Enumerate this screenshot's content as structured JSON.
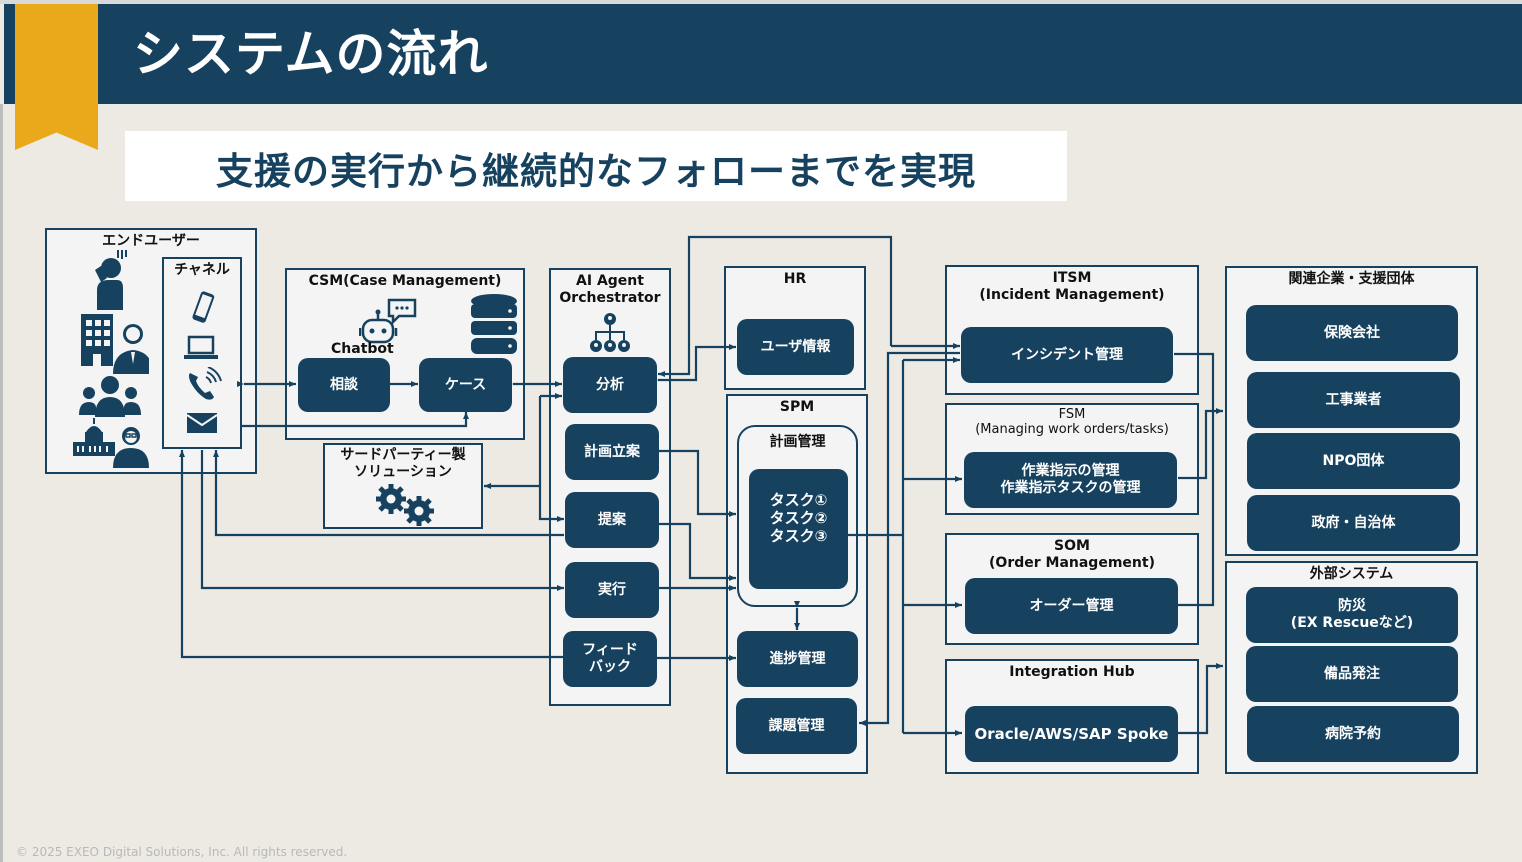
{
  "header": {
    "title": "システムの流れ",
    "subtitle": "支援の実行から継続的なフォローまでを実現"
  },
  "end_user": {
    "title": "エンドユーザー",
    "icons": [
      "caller-icon",
      "company-person-icon",
      "group-icon",
      "government-person-icon"
    ],
    "channel": {
      "title": "チャネル",
      "icons": [
        "smartphone-icon",
        "laptop-icon",
        "phone-icon",
        "mail-icon"
      ]
    }
  },
  "csm": {
    "title": "CSM(Case Management)",
    "chatbot_label": "Chatbot",
    "consult": "相談",
    "case": "ケース"
  },
  "third_party": {
    "line1": "サードパーティー製",
    "line2": "ソリューション"
  },
  "ai_agent": {
    "title_line1": "AI Agent",
    "title_line2": "Orchestrator",
    "items": [
      "分析",
      "計画立案",
      "提案",
      "実行"
    ],
    "feedback_line1": "フィード",
    "feedback_line2": "バック"
  },
  "hr": {
    "title": "HR",
    "user_info": "ユーザ情報"
  },
  "spm": {
    "title": "SPM",
    "plan_title": "計画管理",
    "tasks": [
      "タスク①",
      "タスク②",
      "タスク③"
    ],
    "progress": "進捗管理",
    "issue": "課題管理"
  },
  "itsm": {
    "title_line1": "ITSM",
    "title_line2": "(Incident Management)",
    "item": "インシデント管理"
  },
  "fsm": {
    "title_line1": "FSM",
    "title_line2": "(Managing work orders/tasks)",
    "item_line1": "作業指示の管理",
    "item_line2": "作業指示タスクの管理"
  },
  "som": {
    "title_line1": "SOM",
    "title_line2": "(Order Management)",
    "item": "オーダー管理"
  },
  "integration_hub": {
    "title": "Integration Hub",
    "item": "Oracle/AWS/SAP Spoke"
  },
  "partners": {
    "title": "関連企業・支援団体",
    "items": [
      "保険会社",
      "工事業者",
      "NPO団体",
      "政府・自治体"
    ]
  },
  "external": {
    "title": "外部システム",
    "disaster_line1": "防災",
    "disaster_line2": "(EX Rescueなど)",
    "items": [
      "備品発注",
      "病院予約"
    ]
  },
  "footer": {
    "copyright": "© 2025 EXEO Digital Solutions, Inc. All rights reserved."
  },
  "colors": {
    "navy": "#16425f",
    "accent": "#e9a91b",
    "background": "#edeae4",
    "panel": "#f4f4f4"
  }
}
